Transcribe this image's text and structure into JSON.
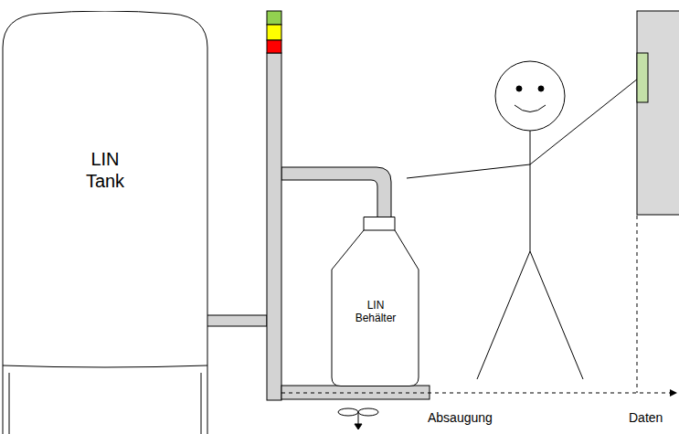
{
  "diagram": {
    "nodes": [
      {
        "text": [
          "LIN Tank"
        ]
      },
      {
        "text": [
          "LIN Behälter"
        ]
      }
    ],
    "labels": [
      "Absaugung",
      "Daten"
    ]
  }
}
